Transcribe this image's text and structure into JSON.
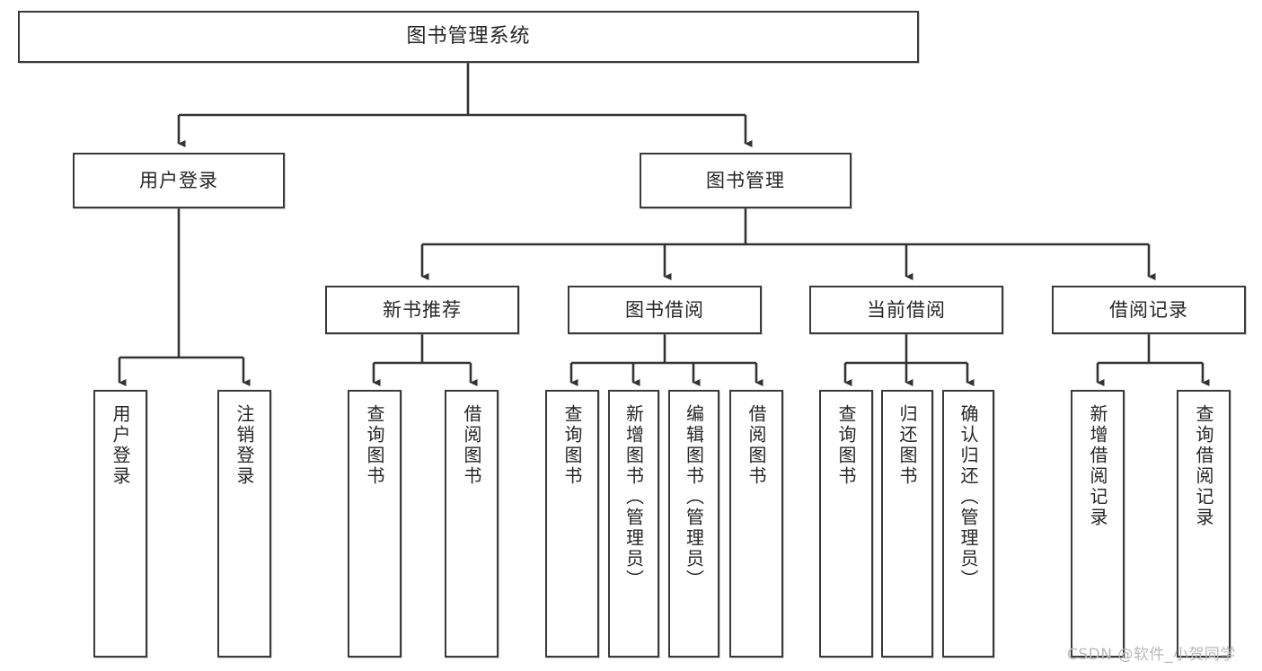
{
  "diagram": {
    "title": "图书管理系统",
    "type": "tree-hierarchy",
    "watermark": "CSDN @软件_小贺同学",
    "colors": {
      "box_border": "#3a3a3a",
      "box_fill": "#ffffff",
      "connector": "#333333",
      "text": "#262626",
      "watermark": "#b9b9b9"
    },
    "root": {
      "label": "图书管理系统"
    },
    "level2": [
      {
        "label": "用户登录"
      },
      {
        "label": "图书管理"
      }
    ],
    "level3": [
      {
        "label": "新书推荐"
      },
      {
        "label": "图书借阅"
      },
      {
        "label": "当前借阅"
      },
      {
        "label": "借阅记录"
      }
    ],
    "leaves": {
      "user_login": [
        {
          "label": "用户登录"
        },
        {
          "label": "注销登录"
        }
      ],
      "new_book_recommend": [
        {
          "label": "查询图书"
        },
        {
          "label": "借阅图书"
        }
      ],
      "book_borrow": [
        {
          "label": "查询图书"
        },
        {
          "label": "新增图书（管理员）"
        },
        {
          "label": "编辑图书（管理员）"
        },
        {
          "label": "借阅图书"
        }
      ],
      "current_borrow": [
        {
          "label": "查询图书"
        },
        {
          "label": "归还图书"
        },
        {
          "label": "确认归还（管理员）"
        }
      ],
      "borrow_records": [
        {
          "label": "新增借阅记录"
        },
        {
          "label": "查询借阅记录"
        }
      ]
    }
  }
}
